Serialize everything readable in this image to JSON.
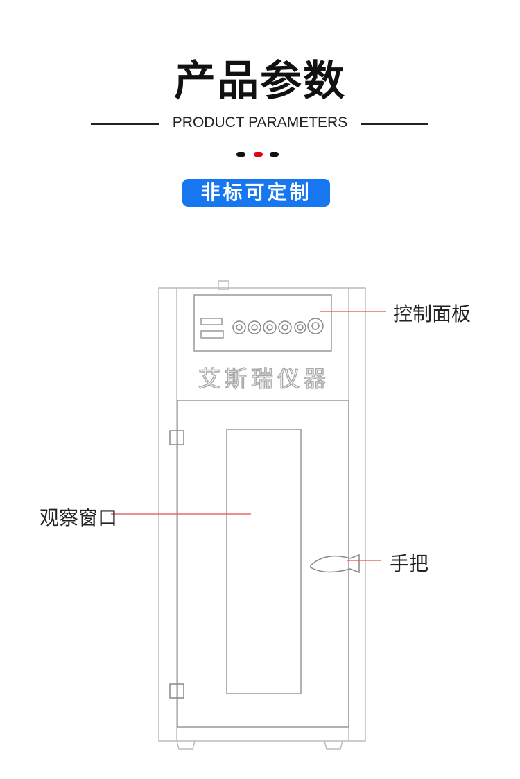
{
  "header": {
    "title": "产品参数",
    "subtitle": "PRODUCT PARAMETERS",
    "badge": "非标可定制",
    "dot_colors": [
      "#111111",
      "#e60012",
      "#111111"
    ],
    "badge_color": "#1677f0"
  },
  "diagram": {
    "brand": "艾斯瑞仪器",
    "labels": {
      "control_panel": "控制面板",
      "window": "观察窗口",
      "handle": "手把"
    },
    "leader_color": "#e05050"
  }
}
